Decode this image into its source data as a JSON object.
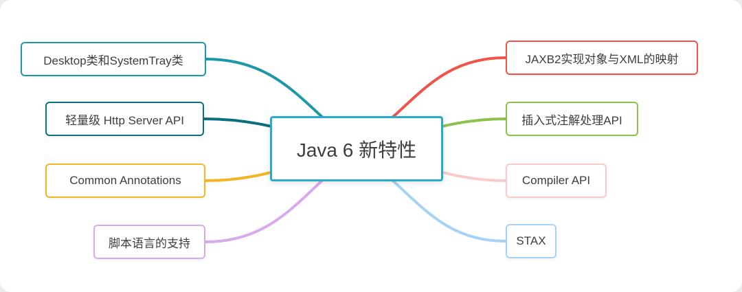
{
  "title": "Java 6 新特性",
  "center": {
    "label": "Java 6 新特性",
    "color": "#29a9d0"
  },
  "nodes": [
    {
      "label": "Desktop类和SystemTray类",
      "side": "left",
      "color": "#1d98a8"
    },
    {
      "label": "轻量级 Http Server API",
      "side": "left",
      "color": "#0a7080"
    },
    {
      "label": "Common Annotations",
      "side": "left",
      "color": "#f5b422"
    },
    {
      "label": "脚本语言的支持",
      "side": "left",
      "color": "#d7a9ee"
    },
    {
      "label": "JAXB2实现对象与XML的映射",
      "side": "right",
      "color": "#ef5349"
    },
    {
      "label": "插入式注解处理API",
      "side": "right",
      "color": "#8bc34a"
    },
    {
      "label": "Compiler API",
      "side": "right",
      "color": "#f8cbca"
    },
    {
      "label": "STAX",
      "side": "right",
      "color": "#a6d3f5"
    }
  ],
  "colors": {
    "background": "#ffffff",
    "text": "#3d3d3d"
  }
}
